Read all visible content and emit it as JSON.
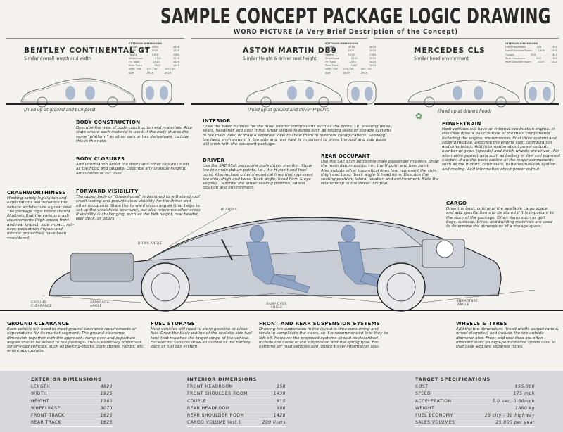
{
  "title": "SAMPLE CONCEPT PACKAGE LOGIC DRAWING",
  "subtitle": "WORD PICTURE (A Very Brief Description of the Concept)",
  "references": [
    {
      "name": "BENTLEY CONTINENTAL GT",
      "note": "Similar overall length and width",
      "caption": "(lined up at ground and bumpers)",
      "table_header": "EXTERIOR DIMENSIONS",
      "table_rows": [
        [
          "Length",
          "4804",
          "4820"
        ],
        [
          "Width",
          "1925",
          "1925"
        ],
        [
          "Height",
          "1390",
          "1380"
        ],
        [
          "Wheelbase",
          "2745",
          "3070"
        ],
        [
          "Ftr Track",
          "1610",
          "1625"
        ],
        [
          "Rear Track",
          "1610",
          "1625"
        ],
        [
          "Wtm. Tire Size",
          "275 / 40 ZR19",
          "285 / 40 ZR19"
        ]
      ]
    },
    {
      "name": "ASTON MARTIN DB9",
      "note": "Similar Height & driver seat height",
      "caption": "(lined up at ground and driver H point)",
      "table_header": "EXTERIOR DIMENSIONS",
      "table_rows": [
        [
          "Length",
          "4710",
          "4820"
        ],
        [
          "Width",
          "1875",
          "1925"
        ],
        [
          "Height",
          "1270",
          "1380"
        ],
        [
          "Wheelbase",
          "2745",
          "3070"
        ],
        [
          "Ftr Track",
          "1570",
          "1625"
        ],
        [
          "Rear Track",
          "1560",
          "1625"
        ],
        [
          "Wtm. Tire Size",
          "235 / 40 ZR19",
          "285 / 40 ZR19"
        ]
      ]
    },
    {
      "name": "MERCEDES CLS",
      "note": "Similar head environment",
      "caption": "(lined up at drivers head)",
      "table_header": "INTERIOR DIMENSIONS",
      "table_rows": [
        [
          "Front Headroom",
          "941",
          "950"
        ],
        [
          "Front Shoulder Room",
          "1406",
          "1430"
        ],
        [
          "Couple",
          "870",
          "815"
        ],
        [
          "Rear Headroom",
          "902",
          "980"
        ],
        [
          "Rear Shoulder Room",
          "1375",
          "1420"
        ]
      ]
    }
  ],
  "annotations": {
    "body_construction": {
      "title": "BODY CONSTRUCTION",
      "text": "Describe the type of body construction and materials. Also state where each material is used. If the body shares the same \"platform\" as other cars or has derivatives, include this in the note."
    },
    "interior": {
      "title": "INTERIOR",
      "text": "Draw the basic outlines for the main interior components such as the floors, I.P., steering wheel, seats, headliner and door trims. Show unique features such as folding seats or storage systems in the main view, or draw a separate view to show them in different configurations. Showing the head environment in the side and rear view is important to prove the roof and side glass will work with the occupant package."
    },
    "powertrain": {
      "title": "POWERTRAIN",
      "text": "Most vehicles will have an internal combustion engine. In this case draw a basic outline of the main components including the engine, transmission, final drive system and cooling module. Describe the engine size, configuration and orientation. Add information about power output, number of gears (speeds) and which wheels are driven. For alternative powertrains such as battery or fuel cell powered electric, draw the basic outline of the major components such as the motors, controllers, batteries/fuel-cell system and cooling. Add information about power output."
    },
    "body_closures": {
      "title": "BODY CLOSURES",
      "text": "Add information about the doors and other closures such as the hood and tailgate. Describe any unusual hinging, articulation or cut lines."
    },
    "driver": {
      "title": "DRIVER",
      "text": "Use the SAE 95th percentile male driver manikin. Show the the main datum points, i.e., the H point and heel point. Also include other theoretical lines that represent the shin, thigh and torso (back angle, head form & eye ellipse). Describe the driver seating position, lateral location and environment."
    },
    "rear_occupant": {
      "title": "REAR OCCUPANT",
      "text": "Use the SAE 95th percentile male passenger manikin. Show the main datum points, i.e., the H point and heel point. Also include other theoretical lines that represent the shin, thigh and torso (back angle & head form. Describe the seating position, lateral location and environment. Note the relationship to the driver (couple)."
    },
    "crashworthiness": {
      "title": "CRASHWORTHINESS",
      "text": "Meeting safety legislation and expectations will influence the vehicle architecture a great deal. The package logic board should illustrate that the various crash requirements (high-speed front and rear impact, side impact, roll-over, pedestrian impact and interior protection) have been considered."
    },
    "forward_visibility": {
      "title": "FORWARD VISIBILITY",
      "text": "The upper body or \"Greenhouse\" is designed to withstand roof crush testing and provide clear visibility for the driver and other occupants. State the forward vision angles (that helps to set up the windshield aperture), but also reference other areas if visibility is challenging, such as the belt height, rear header, rear deck, or pillars."
    },
    "cargo": {
      "title": "CARGO",
      "text": "Draw the basic outline of the available cargo space and add specific items to be stored if it is important to the story of the package. Often items such as golf bags, suitcase, bikes, and building materials are used to determine the dimensions of a storage space."
    },
    "ground_clearance": {
      "title": "GROUND CLEARANCE",
      "text": "Each vehicle will need to meet ground clearance requirements or expectations for its market segment. The ground-clearance dimension together with the approach, ramp-over and departure angles should be added to the package. This is especially important for off-road vehicles, such as parking-blocks, curb stones, ramps, etc. where appropriate."
    },
    "fuel_storage": {
      "title": "FUEL STORAGE",
      "text": "Most vehicles will need to store gasoline or diesel fuel. Draw the basic outline of the realistic size fuel tank that matches the target range of the vehicle. For electric vehicles draw an outline of the battery pack or fuel cell system."
    },
    "suspension": {
      "title": "FRONT AND REAR SUSPENSION SYSTEMS",
      "text": "Drawing the suspension in the layout is time consuming and tends to complicate the views, so it is recommended that they be left off. However the proposed systems should be described. Include the name of the suspension and the spring type. For extreme off road vehicles add jounce travel information also."
    },
    "wheels_tyres": {
      "title": "WHEELS & TYRES",
      "text": "Add the tire dimensions (tread width, aspect ratio & wheel diameter) and include the tire outside diameter also. Front and rear tires are often different sizes on high-performance sports cars. In that case add two separate notes."
    }
  },
  "diagram_labels": {
    "up_angle": "UP ANGLE",
    "down_angle": "DOWN ANGLE",
    "ground_clearance": "GROUND CLEARANCE",
    "approach_angle": "APPROACH ANGLE",
    "ramp_over_angle": "RAMP OVER ANGLE",
    "departure_angle": "DEPARTURE ANGLE"
  },
  "specs": {
    "exterior": {
      "title": "EXTERIOR DIMENSIONS",
      "rows": [
        {
          "label": "LENGTH",
          "value": "4820"
        },
        {
          "label": "WIDTH",
          "value": "1925"
        },
        {
          "label": "HEIGHT",
          "value": "1380"
        },
        {
          "label": "WHEELBASE",
          "value": "3070"
        },
        {
          "label": "FRONT TRACK",
          "value": "1625"
        },
        {
          "label": "REAR TRACK",
          "value": "1625"
        }
      ]
    },
    "interior": {
      "title": "INTERIOR DIMENSIONS",
      "rows": [
        {
          "label": "FRONT HEADROOM",
          "value": "950"
        },
        {
          "label": "FRONT SHOULDER ROOM",
          "value": "1430"
        },
        {
          "label": "COUPLE",
          "value": "815"
        },
        {
          "label": "REAR HEADROOM",
          "value": "980"
        },
        {
          "label": "REAR SHOULDER ROOM",
          "value": "1420"
        },
        {
          "label": "CARGO VOLUME (est.)",
          "value": "200 liters"
        }
      ]
    },
    "target": {
      "title": "TARGET SPECIFICATIONS",
      "rows": [
        {
          "label": "COST",
          "value": "$95,000"
        },
        {
          "label": "SPEED",
          "value": "175 mph"
        },
        {
          "label": "ACCELERATION",
          "value": "5.0 sec, 0-60mph"
        },
        {
          "label": "WEIGHT",
          "value": "1800 kg"
        },
        {
          "label": "FUEL ECONOMY",
          "value": "25 city - 30 highway"
        },
        {
          "label": "SALES VOLUMES",
          "value": "25,000 per year"
        }
      ]
    }
  },
  "colors": {
    "occupant": "#8fa4c4",
    "shade": "#c8ccd4",
    "panel": "#d9d9dd",
    "line": "#222222"
  }
}
